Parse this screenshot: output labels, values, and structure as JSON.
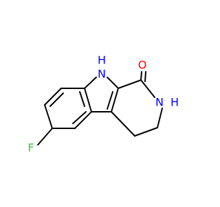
{
  "molecule": {
    "atoms": [
      {
        "id": "nh_indole",
        "label": "N",
        "h_label": "H",
        "color": "#0000ff"
      },
      {
        "id": "oxygen",
        "label": "O",
        "color": "#ff0000"
      },
      {
        "id": "nh_amide",
        "label": "N",
        "h_label": "H",
        "color": "#0000ff"
      },
      {
        "id": "fluorine",
        "label": "F",
        "color": "#33cc33"
      }
    ]
  }
}
